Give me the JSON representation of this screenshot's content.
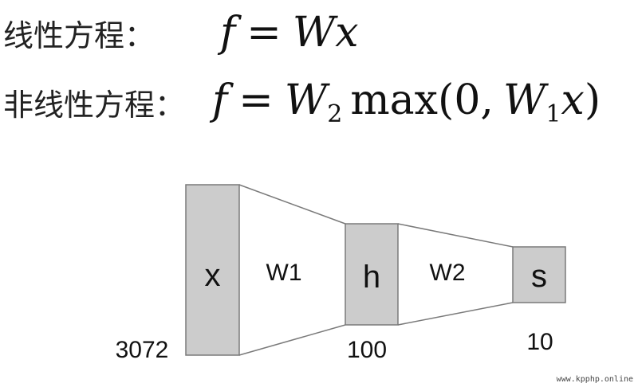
{
  "equations": {
    "linear": {
      "label": "线性方程：",
      "f": "f",
      "eq": "=",
      "W": "W",
      "x": "x"
    },
    "nonlinear": {
      "label": "非线性方程：",
      "f": "f",
      "eq": "=",
      "W2": "W",
      "W2_sub": "2",
      "max": "max",
      "open": "(",
      "zero": "0",
      "comma": ",",
      "W1": "W",
      "W1_sub": "1",
      "x": "x",
      "close": ")"
    }
  },
  "network": {
    "layers": [
      {
        "symbol": "x",
        "size": "3072"
      },
      {
        "symbol": "h",
        "size": "100"
      },
      {
        "symbol": "s",
        "size": "10"
      }
    ],
    "weights": [
      "W1",
      "W2"
    ],
    "colors": {
      "layer_fill": "#cccccc",
      "stroke": "#7a7a7a"
    }
  },
  "watermark": "www.kpphp.online"
}
